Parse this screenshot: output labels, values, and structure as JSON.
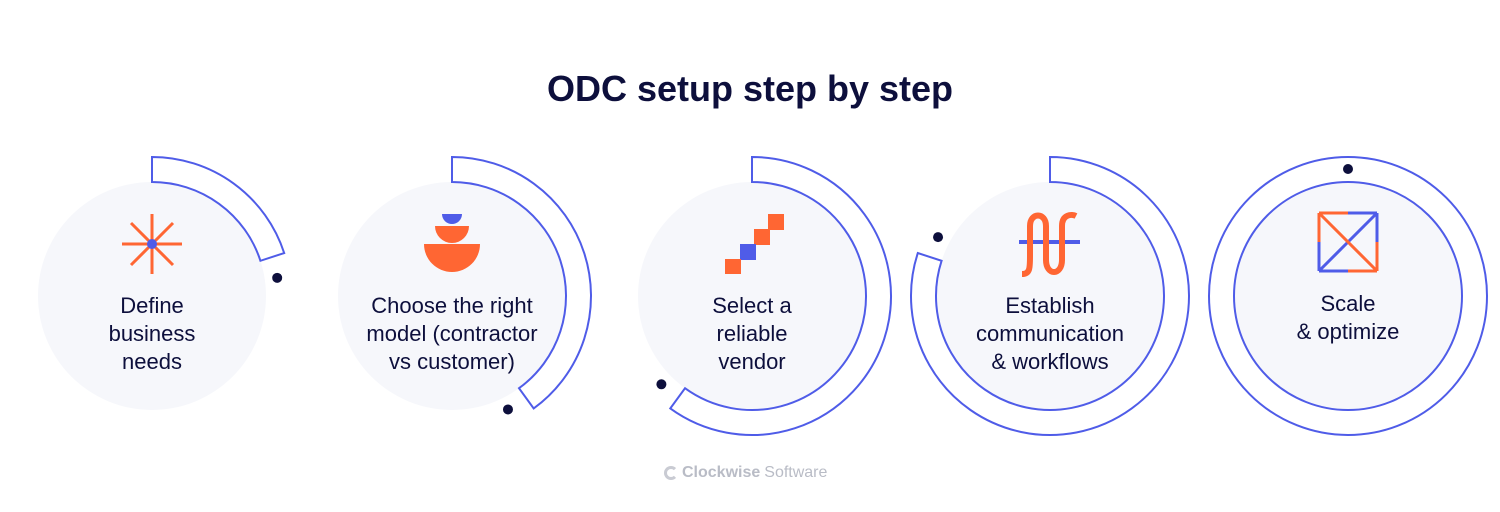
{
  "title": "ODC setup step by step",
  "colors": {
    "accent_blue": "#4f5ce8",
    "accent_orange": "#ff6633",
    "text": "#0d0f3c",
    "circle_bg": "#f6f7fb"
  },
  "steps": [
    {
      "lines": [
        "Define",
        "business",
        "needs"
      ],
      "icon": "asterisk-icon",
      "progress": 0.2
    },
    {
      "lines": [
        "Choose the right",
        "model (contractor",
        "vs customer)"
      ],
      "icon": "stacked-bowls-icon",
      "progress": 0.4
    },
    {
      "lines": [
        "Select a",
        "reliable",
        "vendor"
      ],
      "icon": "stair-squares-icon",
      "progress": 0.6
    },
    {
      "lines": [
        "Establish",
        "communication",
        "& workflows"
      ],
      "icon": "wave-line-icon",
      "progress": 0.8
    },
    {
      "lines": [
        "Scale",
        "& optimize"
      ],
      "icon": "crossed-square-icon",
      "progress": 1.0
    }
  ],
  "footer": {
    "brand_bold": "Clockwise",
    "brand_light": "Software"
  }
}
